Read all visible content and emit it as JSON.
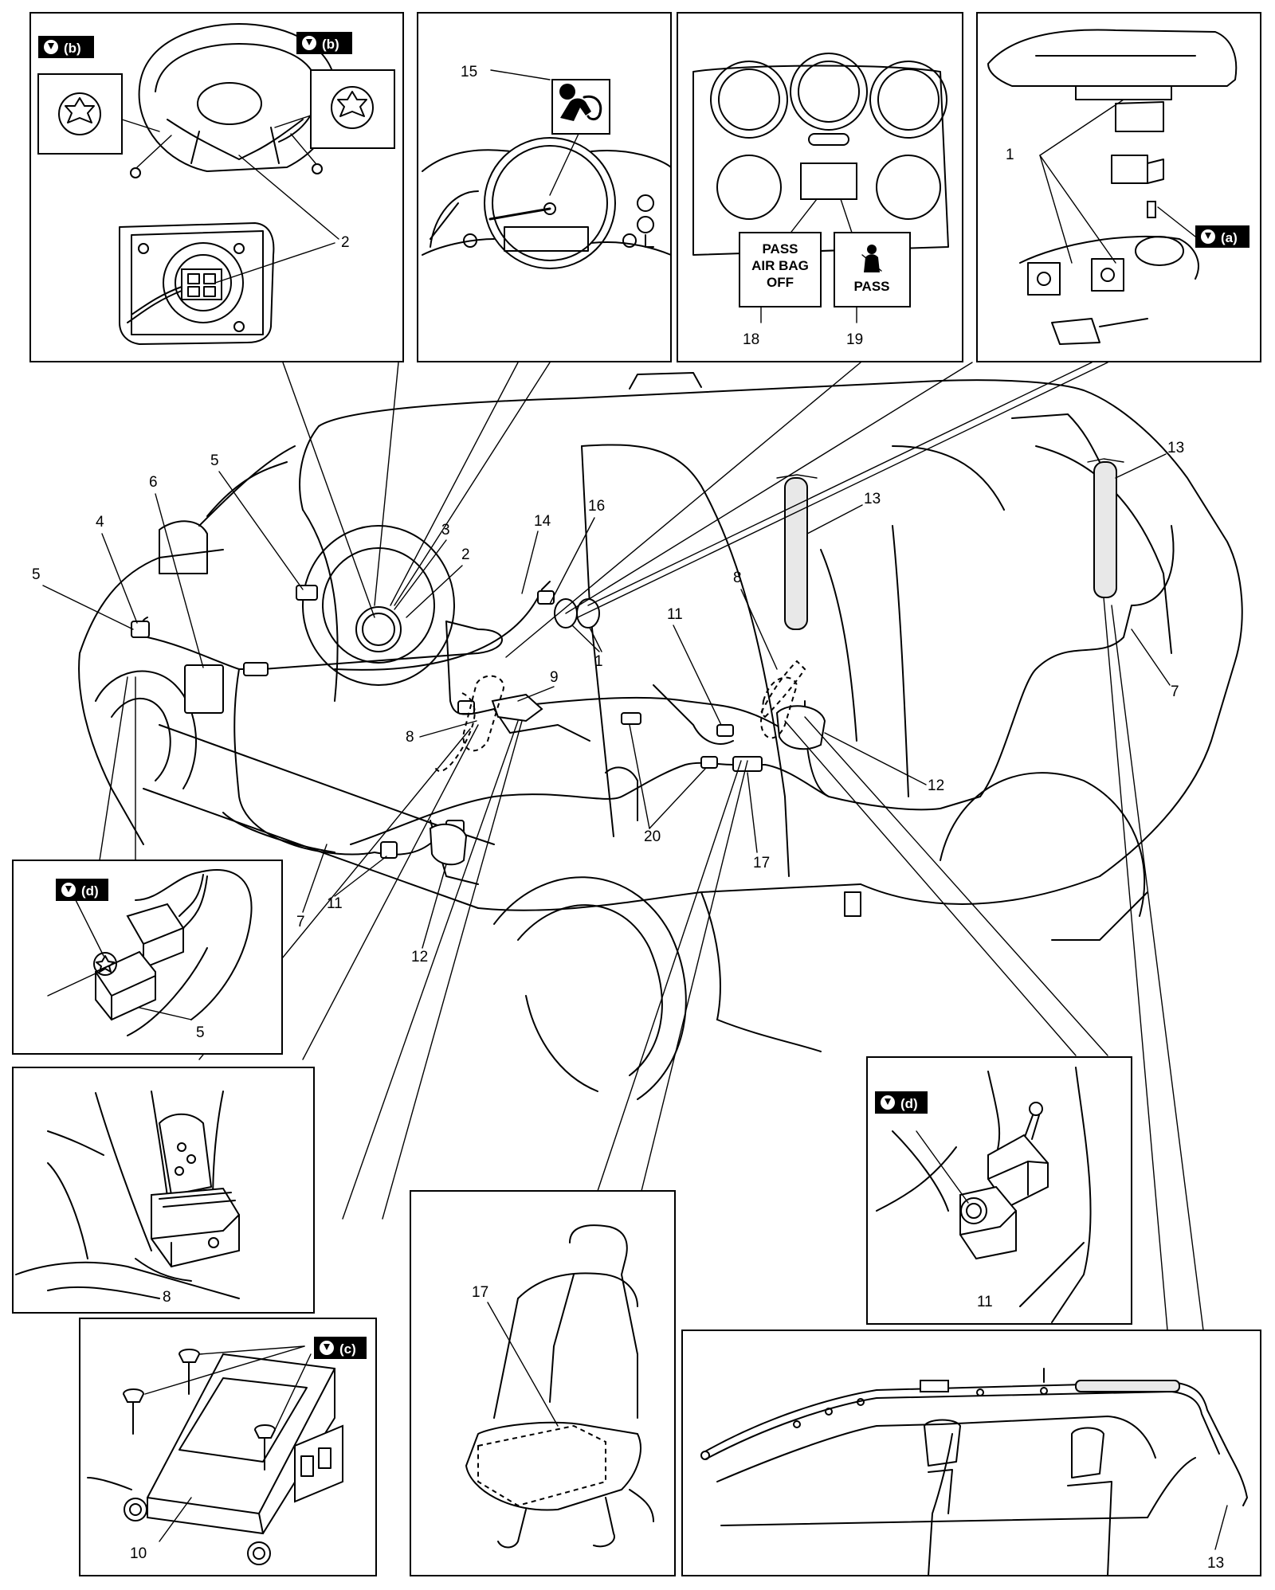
{
  "callouts": {
    "n1": "1",
    "n2": "2",
    "n3": "3",
    "n4": "4",
    "n5": "5",
    "n6": "6",
    "n7": "7",
    "n8": "8",
    "n9": "9",
    "n10": "10",
    "n11": "11",
    "n12": "12",
    "n13": "13",
    "n14": "14",
    "n15": "15",
    "n16": "16",
    "n17": "17",
    "n18": "18",
    "n19": "19",
    "n20": "20"
  },
  "torque_tags": {
    "a": "(a)",
    "b": "(b)",
    "c": "(c)",
    "d": "(d)"
  },
  "indicator_labels": {
    "pass_airbag_off_line1": "PASS",
    "pass_airbag_off_line2": "AIR BAG",
    "pass_airbag_off_line3": "OFF",
    "pass": "PASS"
  }
}
